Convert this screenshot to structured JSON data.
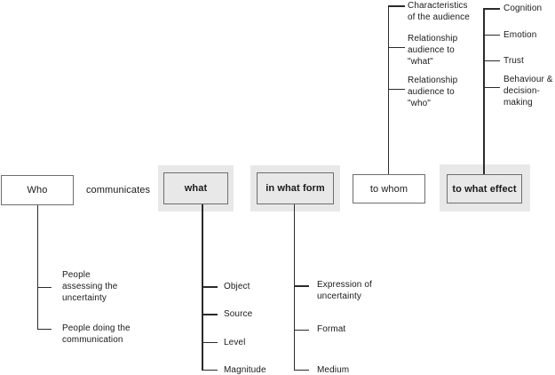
{
  "nodes": {
    "who": "Who",
    "communicates": "communicates",
    "what": "what",
    "in_what_form": "in what form",
    "to_whom": "to whom",
    "to_what_effect": "to what effect"
  },
  "branches": {
    "who": [
      "People\nassessing the\nuncertainty",
      "People doing the\ncommunication"
    ],
    "what": [
      "Object",
      "Source",
      "Level",
      "Magnitude"
    ],
    "in_what_form": [
      "Expression of\nuncertainty",
      "Format",
      "Medium"
    ],
    "to_whom": [
      "Characteristics\nof the audience",
      "Relationship\naudience to\n\"what\"",
      "Relationship\naudience to\n\"who\""
    ],
    "to_what_effect": [
      "Cognition",
      "Emotion",
      "Trust",
      "Behaviour &\ndecision-\nmaking"
    ]
  },
  "colors": {
    "background": "#ffffff",
    "highlight_fill": "#e8e8e8",
    "box_border": "#6e6e6e",
    "connector": "#2b2b2b",
    "text": "#1a1a1a"
  }
}
